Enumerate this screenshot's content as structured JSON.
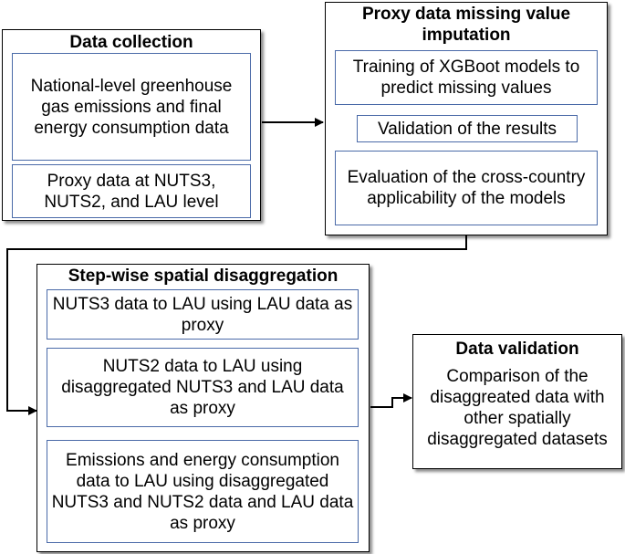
{
  "data_collection": {
    "title": "Data collection",
    "items": [
      "National-level greenhouse gas emissions and final energy consumption data",
      "Proxy data at NUTS3, NUTS2, and LAU level"
    ]
  },
  "imputation": {
    "title": "Proxy data missing value imputation",
    "items": [
      "Training of XGBoot models to predict missing values",
      "Validation of the results",
      "Evaluation of the cross-country applicability of the models"
    ]
  },
  "disaggregation": {
    "title": "Step-wise spatial disaggregation",
    "items": [
      "NUTS3 data to LAU using LAU data as proxy",
      "NUTS2 data to LAU using disaggregated NUTS3 and LAU data as proxy",
      "Emissions and energy consumption data to LAU using disaggregated NUTS3 and NUTS2 data and LAU data as proxy"
    ]
  },
  "validation": {
    "title": "Data validation",
    "text": "Comparison of the disaggreated data with other spatially disaggregated datasets"
  }
}
